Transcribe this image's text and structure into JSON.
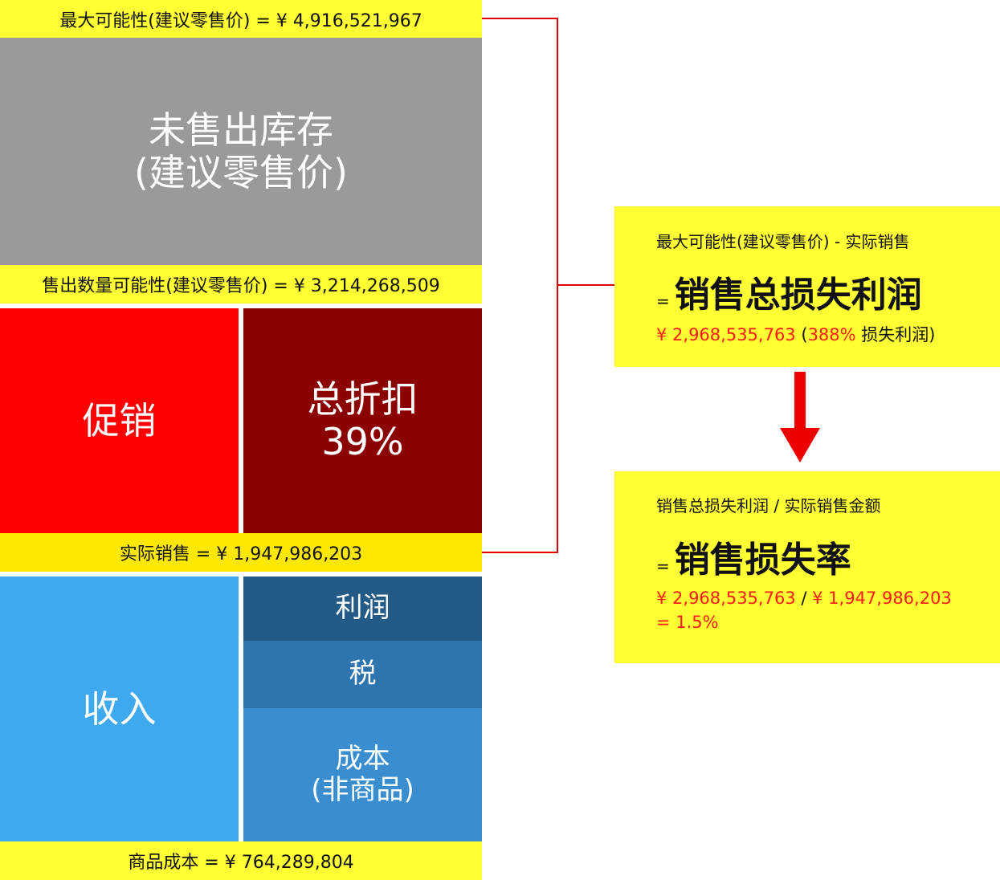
{
  "left": {
    "top_bar": "最大可能性(建议零售价) = ¥ 4,916,521,967",
    "unsold_label": "未售出库存\n(建议零售价)",
    "sold_bar": "售出数量可能性(建议零售价) = ¥ 3,214,268,509",
    "promo_label": "促销",
    "discount_label": "总折扣\n39%",
    "actual_bar": "实际销售 = ¥ 1,947,986,203",
    "revenue_label": "收入",
    "profit_label": "利润",
    "tax_label": "税",
    "cost_label": "成本\n(非商品)",
    "cogs_bar": "商品成本 = ¥ 764,289,804"
  },
  "panel1": {
    "subtitle": "最大可能性(建议零售价) - 实际销售",
    "eq": "=",
    "title": "销售总损失利润",
    "amount": "¥ 2,968,535,763",
    "paren_open": "(",
    "percent": "388%",
    "paren_rest": "损失利润)"
  },
  "panel2": {
    "subtitle": "销售总损失利润 / 实际销售金额",
    "eq": "=",
    "title": "销售损失率",
    "line1_a": "¥ 2,968,535,763",
    "line1_sep": "/",
    "line1_b": "¥ 1,947,986,203",
    "line2": "= 1.5%"
  },
  "colors": {
    "yellow": "#ffff33",
    "gray": "#9a9a9a",
    "red": "#ff0000",
    "dark_red": "#8b0000",
    "blue": "#3fa9f0",
    "navy": "#245b86",
    "steel_blue": "#2e75b0",
    "mid_blue": "#3a8ed0",
    "connector": "#e00000"
  }
}
